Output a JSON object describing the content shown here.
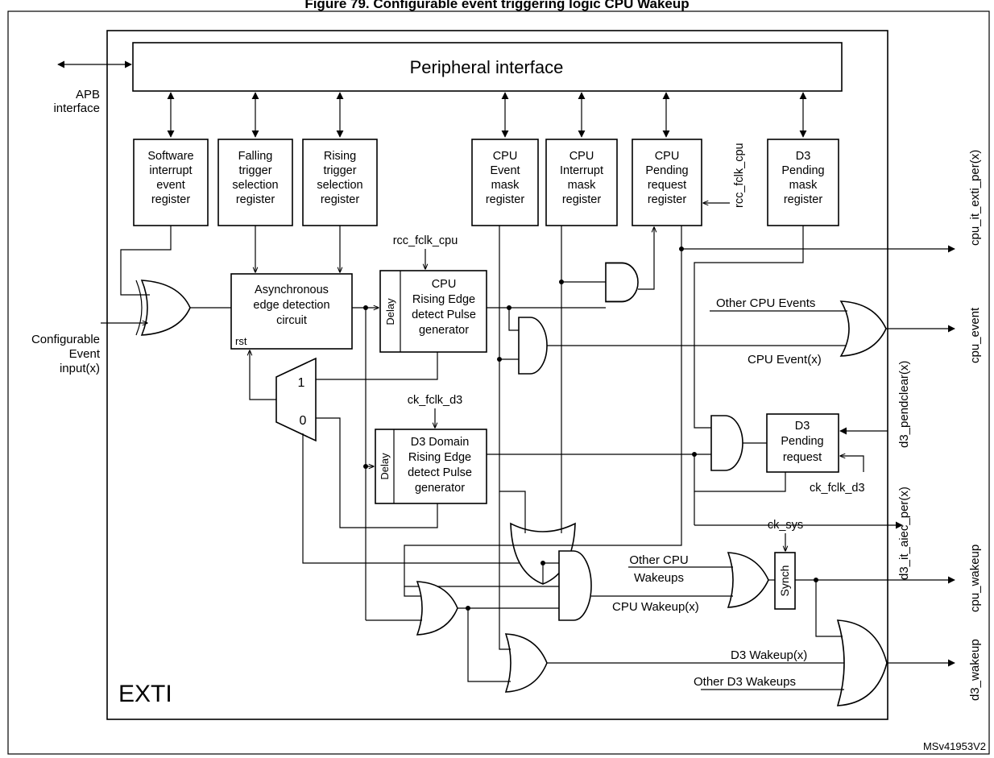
{
  "title": "Figure 79. Configurable event triggering logic CPU Wakeup",
  "exti_label": "EXTI",
  "peripheral_interface": "Peripheral interface",
  "apb": [
    "APB",
    "interface"
  ],
  "input": [
    "Configurable",
    "Event",
    "input(x)"
  ],
  "registers": {
    "swi": [
      "Software",
      "interrupt",
      "event",
      "register"
    ],
    "ftsr": [
      "Falling",
      "trigger",
      "selection",
      "register"
    ],
    "rtsr": [
      "Rising",
      "trigger",
      "selection",
      "register"
    ],
    "emr": [
      "CPU",
      "Event",
      "mask",
      "register"
    ],
    "imr": [
      "CPU",
      "Interrupt",
      "mask",
      "register"
    ],
    "pr": [
      "CPU",
      "Pending",
      "request",
      "register"
    ],
    "d3pmr": [
      "D3",
      "Pending",
      "mask",
      "register"
    ]
  },
  "async_edge": [
    "Asynchronous",
    "edge detection",
    "circuit"
  ],
  "rst": "rst",
  "cpu_pulse": [
    "CPU",
    "Rising Edge",
    "detect Pulse",
    "generator"
  ],
  "d3_pulse": [
    "D3 Domain",
    "Rising Edge",
    "detect Pulse",
    "generator"
  ],
  "delay": "Delay",
  "mux_1": "1",
  "mux_0": "0",
  "d3_pending": [
    "D3",
    "Pending",
    "request"
  ],
  "synch": "Synch",
  "signals": {
    "rcc_fclk_cpu": "rcc_fclk_cpu",
    "ck_fclk_d3": "ck_fclk_d3",
    "ck_sys": "ck_sys",
    "other_cpu_events": "Other CPU Events",
    "cpu_event_x": "CPU Event(x)",
    "other_cpu_wakeups": [
      "Other CPU",
      "Wakeups"
    ],
    "cpu_wakeup_x": "CPU Wakeup(x)",
    "d3_wakeup_x": "D3 Wakeup(x)",
    "other_d3_wakeups": "Other D3 Wakeups"
  },
  "outputs": {
    "cpu_it_exti_per": "cpu_it_exti_per(x)",
    "cpu_event": "cpu_event",
    "d3_pendclear": "d3_pendclear(x)",
    "d3_it_aiec_per": "d3_it_aiec_per(x)",
    "cpu_wakeup": "cpu_wakeup",
    "d3_wakeup": "d3_wakeup"
  },
  "ref": "MSv41953V2"
}
